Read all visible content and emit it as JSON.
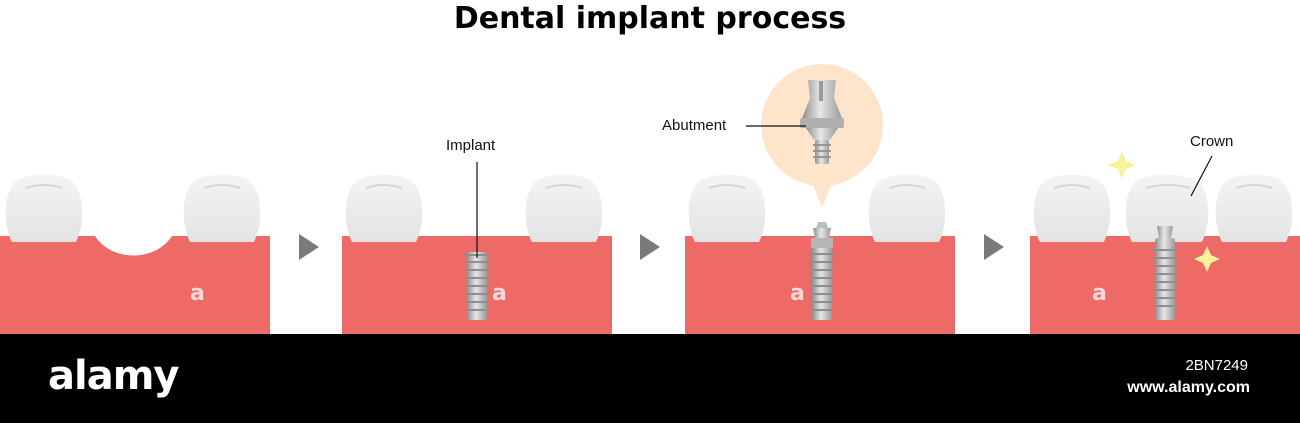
{
  "title": "Dental implant process",
  "steps": [
    {
      "id": "step-1",
      "callout": ""
    },
    {
      "id": "step-2",
      "callout": "Implant"
    },
    {
      "id": "step-3",
      "callout": "Abutment"
    },
    {
      "id": "step-4",
      "callout": "Crown"
    }
  ],
  "watermark": {
    "letter": "a"
  },
  "footer": {
    "logo": "alamy",
    "image_id": "2BN7249",
    "url": "www.alamy.com"
  },
  "colors": {
    "gum": "#ee6a66",
    "tooth": "#ececec",
    "tooth_shadow": "#d6d6d6",
    "metal": "#c2c2c2",
    "metal_dark": "#8e8e8e",
    "bubble": "#fde4cb",
    "arrow": "#7a7a7a",
    "sparkle": "#f8f29a",
    "footer_bg": "#000000"
  }
}
